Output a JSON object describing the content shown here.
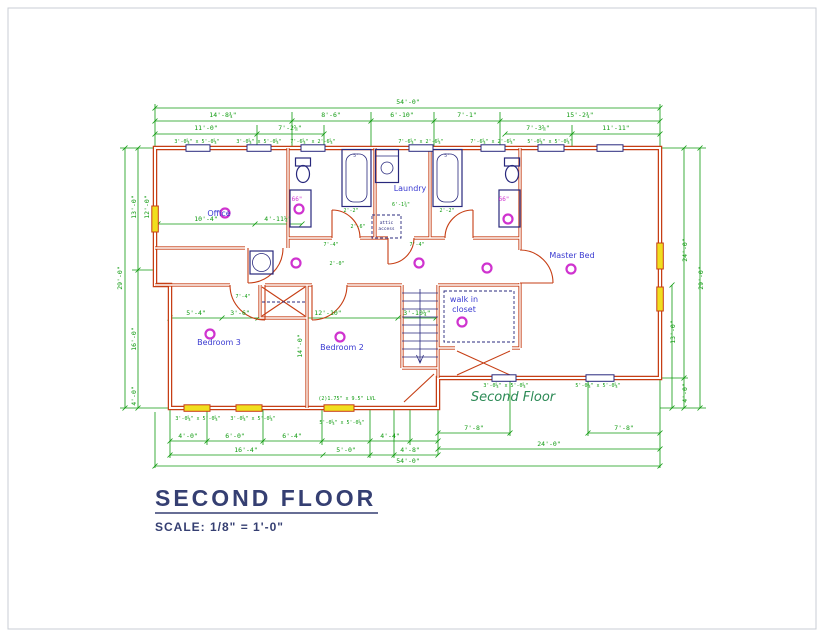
{
  "colors": {
    "wall": "#c63e14",
    "dim": "#109b10",
    "room": "#3a3ad1",
    "floorlbl": "#2e8b57",
    "fixture": "#28287d",
    "light": "#cf33cf",
    "window": "#f0df1e",
    "title": "#353f72"
  },
  "title_block": {
    "title": "SECOND FLOOR",
    "scale": "SCALE: 1/8\" = 1'-0\""
  },
  "plan_label": "Second Floor",
  "rooms": {
    "office": "Office",
    "laundry": "Laundry",
    "master": "Master Bed",
    "bed3": "Bedroom 3",
    "bed2": "Bedroom 2",
    "closet_line1": "walk in",
    "closet_line2": "closet"
  },
  "fixtures": {
    "tub1": "5'",
    "tub2": "5'",
    "attic_line1": "attic",
    "attic_line2": "access"
  },
  "dims": {
    "t54": "54'-0\"",
    "t14_8": "14'-8¾\"",
    "t8_6": "8'-6\"",
    "t6_10": "6'-10\"",
    "t7_1": "7'-1\"",
    "t15_2": "15'-2¾\"",
    "t11_0": "11'-0\"",
    "t7_2": "7'-2⅝\"",
    "t7_3": "7'-3⅝\"",
    "t11_11": "11'-11\"",
    "wc1": "3'-0⅝\" x 5'-0⅝\"",
    "wc2": "3'-0⅝\" x 5'-0⅝\"",
    "wc3": "7'-6⅝\" x 2'-6⅝\"",
    "wc4": "7'-6⅝\" x 2'-6⅝\"",
    "wc5": "7'-6⅝\" x 2'-6⅝\"",
    "wc6": "5'-0⅝\" x 5'-0⅝\"",
    "l29": "29'-0\"",
    "l13": "13'-0\"",
    "l16": "16'-0\"",
    "l12": "12'-0\"",
    "l4": "4'-0\"",
    "r29": "29'-0\"",
    "r24": "24'-0\"",
    "r13": "13'-0\"",
    "r4": "4'-0\"",
    "b4_0": "4'-0\"",
    "b6_0": "6'-0\"",
    "b6_4": "6'-4\"",
    "b4_4": "4'-4\"",
    "b7_8a": "7'-8\"",
    "b7_8b": "7'-8\"",
    "b16_4": "16'-4\"",
    "b5_0": "5'-0\"",
    "b4_8": "4'-8\"",
    "b24": "24'-0\"",
    "b54": "54'-0\"",
    "wb1": "3'-0⅝\" x 5'-0⅝\"",
    "wb2": "3'-0⅝\" x 5'-0⅝\"",
    "wb3": "5'-0⅝\" x 5'-0⅝\"",
    "wm1": "3'-0⅝\" x 5'-0⅝\"",
    "wm2": "5'-0⅝\" x 5'-0⅝\"",
    "lvl": "(2)1.75\" x 9.5\" LVL",
    "i10_4": "10'-4\"",
    "i4_11": "4'-11¼\"",
    "i2_2a": "2'-2\"",
    "i6_1": "6'-1¾\"",
    "i2_2b": "2'-2\"",
    "i2_6": "2'-6\"",
    "i7_4a": "7'-4\"",
    "i7_4b": "7'-4\"",
    "i2_0": "2'-0\"",
    "i7_4c": "7'-4\"",
    "i5_4": "5'-4\"",
    "i3_6": "3'-6\"",
    "i12_10": "12'-10\"",
    "i3_10": "3'-10¼\"",
    "i14_0": "14'-0\"",
    "i66a": "66\"",
    "i66b": "66\""
  }
}
